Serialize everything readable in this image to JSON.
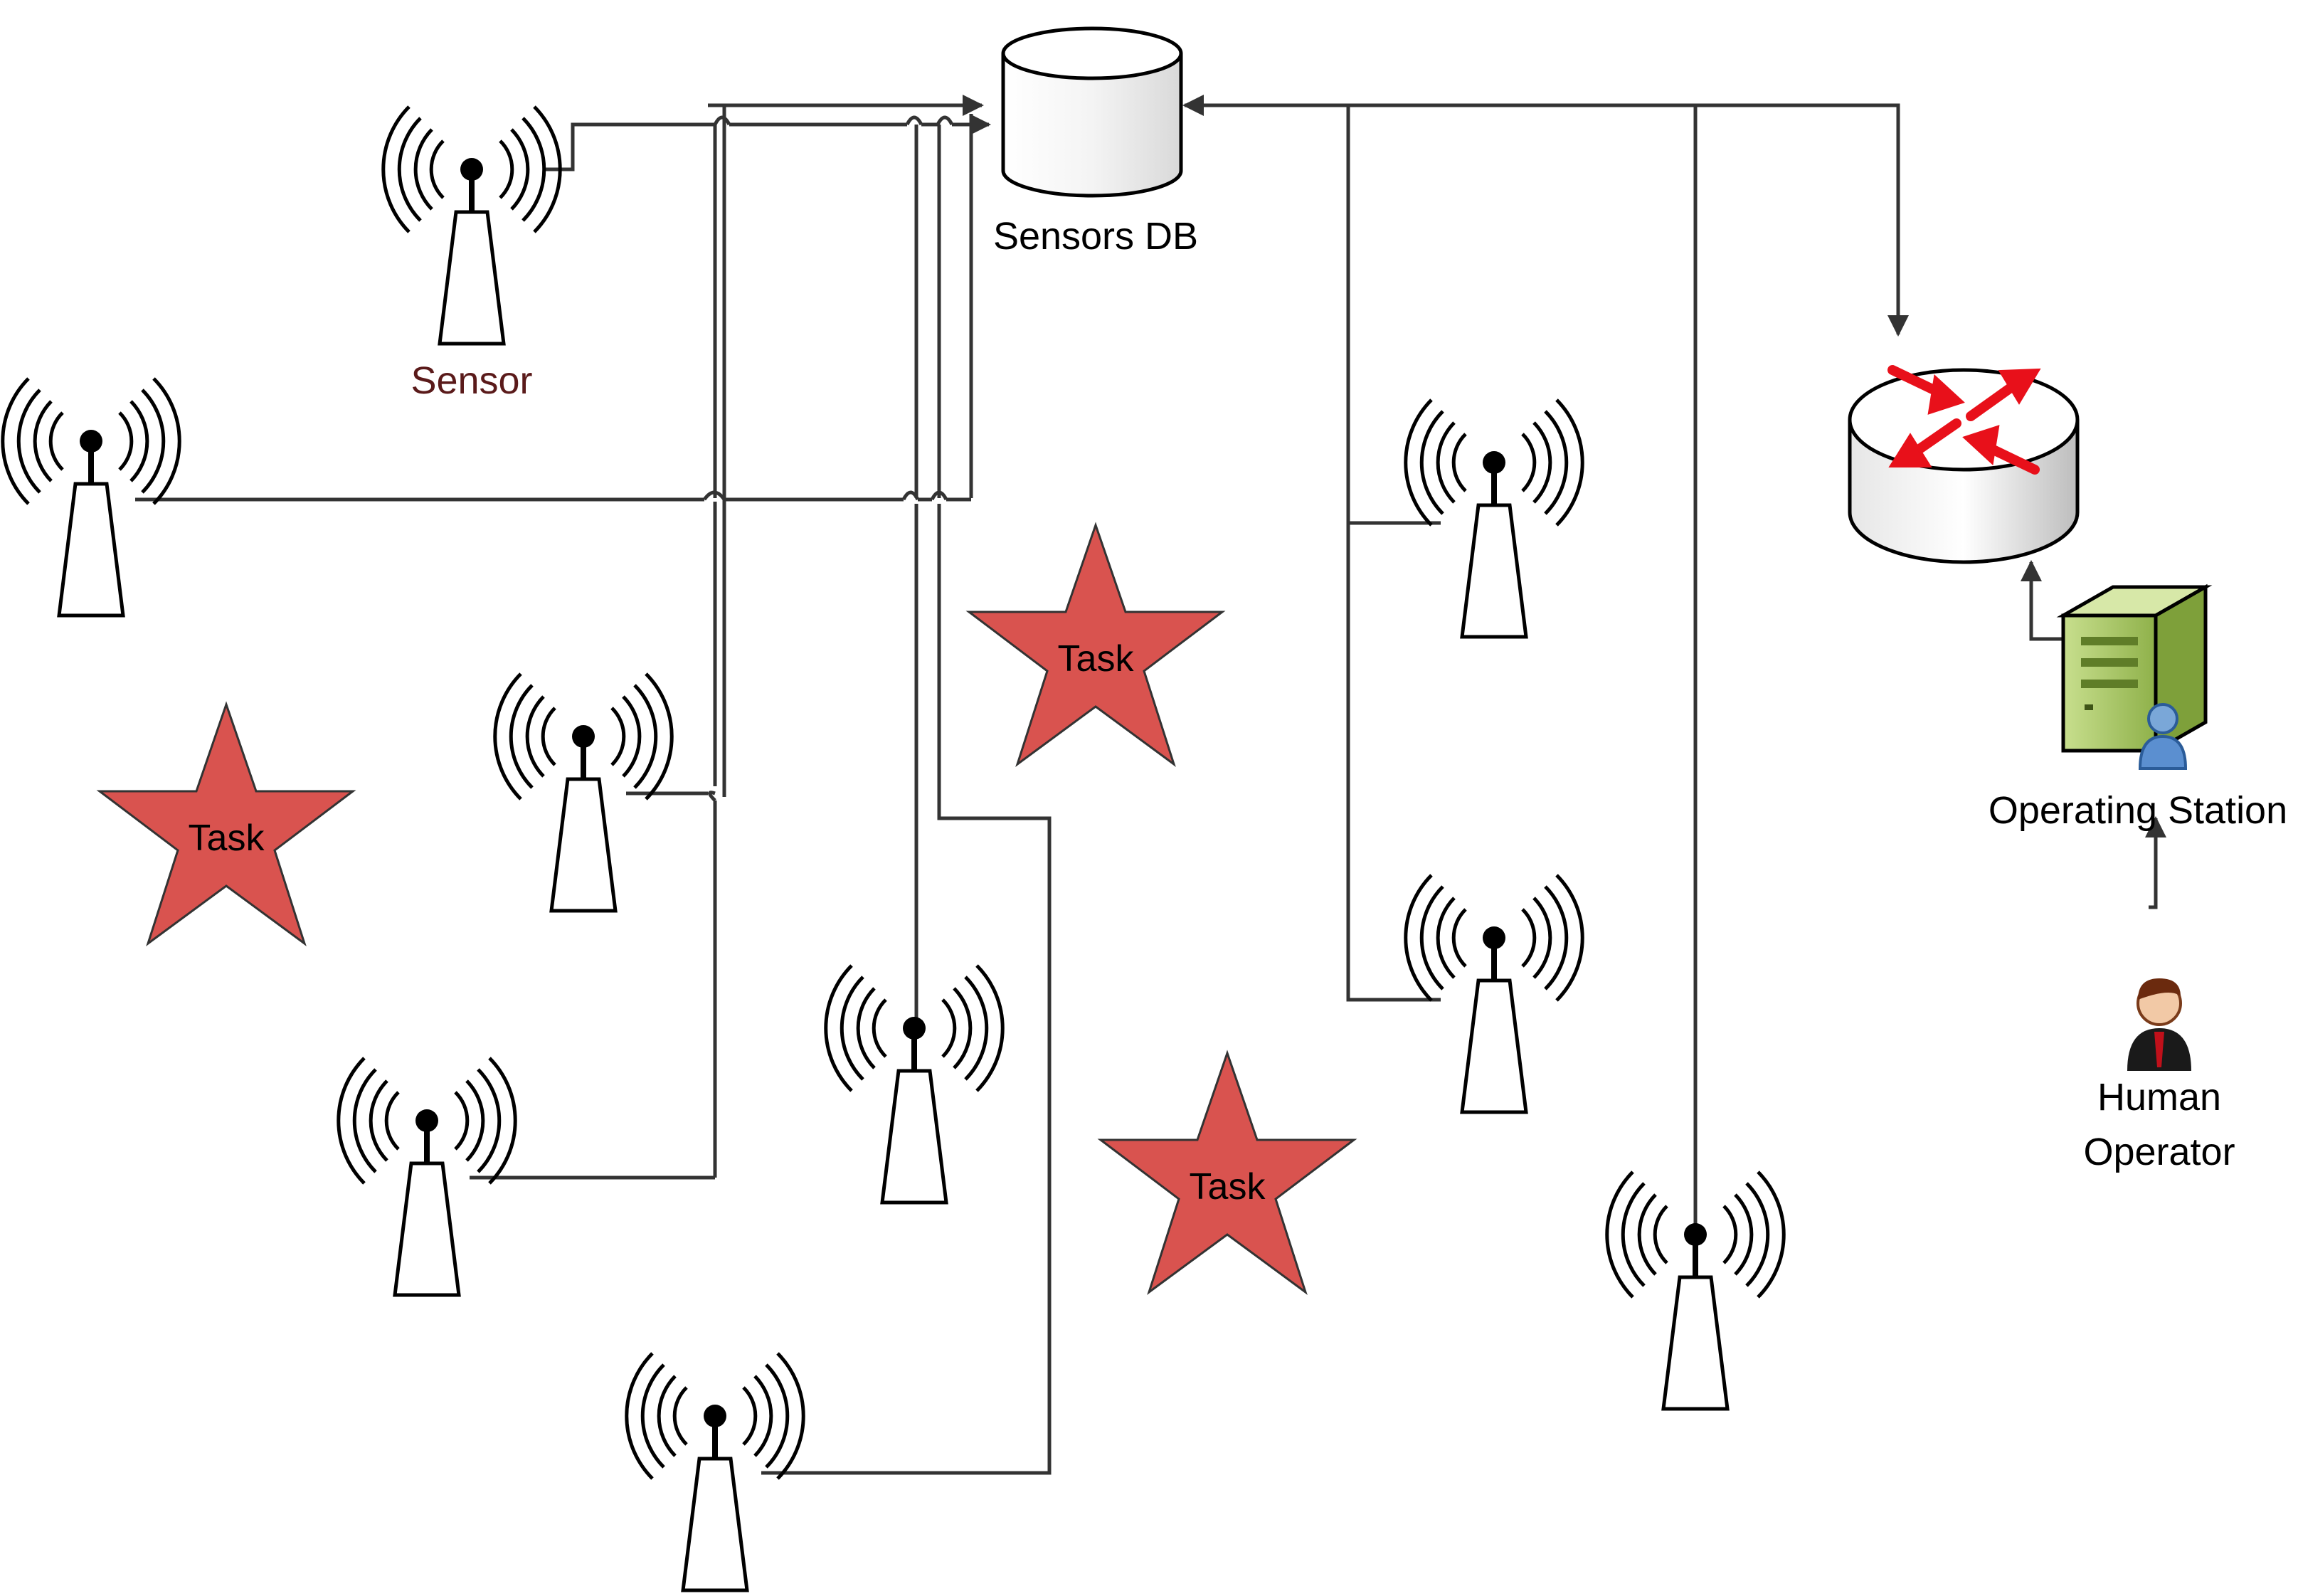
{
  "labels": {
    "sensors_db": "Sensors DB",
    "sensor": "Sensor",
    "task": "Task",
    "operating_station": "Operating Station",
    "human_operator_line1": "Human",
    "human_operator_line2": "Operator"
  },
  "colors": {
    "sensor_label": "#5a1a1a",
    "task_star": "#d9534f",
    "router_arrows": "#e8101a",
    "server_body": "#a9c96a",
    "line": "#333333"
  },
  "icons": {
    "sensor": "antenna-tower-icon",
    "database": "database-cylinder-icon",
    "router": "router-icon",
    "server": "server-with-user-icon",
    "person": "person-icon",
    "task": "star-icon"
  }
}
